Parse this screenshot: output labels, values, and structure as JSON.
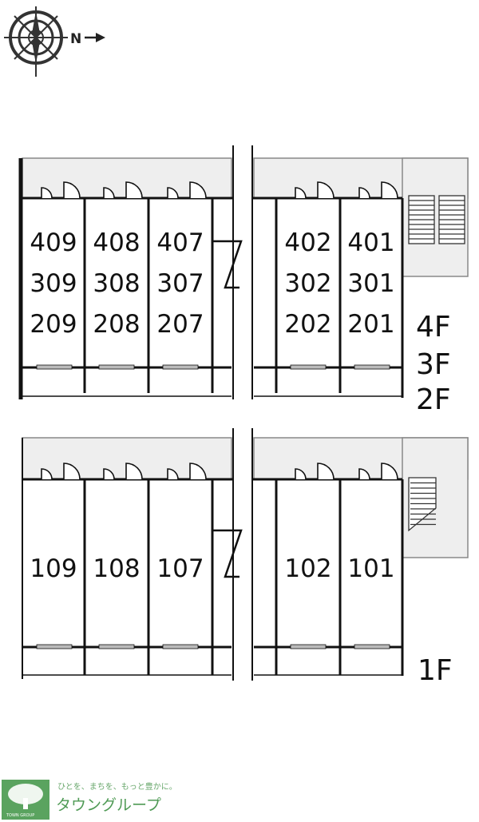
{
  "compass": {
    "north_label": "N"
  },
  "upper_block": {
    "floor_labels": [
      "4F",
      "3F",
      "2F"
    ],
    "columns": [
      {
        "units": [
          "409",
          "309",
          "209"
        ]
      },
      {
        "units": [
          "408",
          "308",
          "208"
        ]
      },
      {
        "units": [
          "407",
          "307",
          "207"
        ]
      },
      {
        "units": [
          "402",
          "302",
          "202"
        ]
      },
      {
        "units": [
          "401",
          "301",
          "201"
        ]
      }
    ]
  },
  "lower_block": {
    "floor_labels": [
      "1F"
    ],
    "columns": [
      {
        "units": [
          "109"
        ]
      },
      {
        "units": [
          "108"
        ]
      },
      {
        "units": [
          "107"
        ]
      },
      {
        "units": [
          "102"
        ]
      },
      {
        "units": [
          "101"
        ]
      }
    ]
  },
  "logo": {
    "tagline": "ひとを、まちを、もっと豊かに。",
    "name": "タウングループ",
    "small_text": "TOWN GROUP"
  },
  "colors": {
    "corridor_fill": "#eeeeee",
    "wall": "#111111",
    "logo_green": "#4f9a55"
  }
}
